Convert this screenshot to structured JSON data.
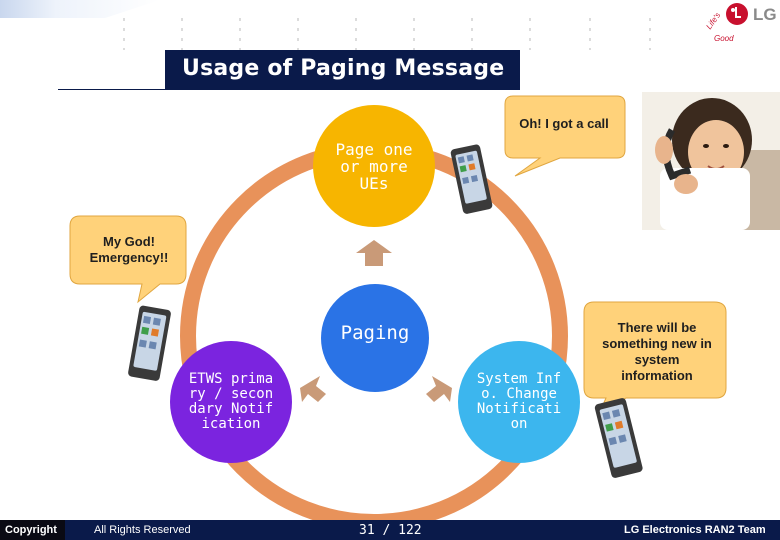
{
  "slide": {
    "title": "Usage of Paging Message"
  },
  "logo": {
    "brand": "LG",
    "tagline": "Life's Good"
  },
  "diagram": {
    "top_node": "Page one or more UEs",
    "center_node": "Paging",
    "left_node": "ETWS primary / secondary Notification",
    "right_node": "System Info. Change Notification"
  },
  "bubbles": {
    "call": "Oh! I got a call",
    "emergency": "My God! Emergency!!",
    "system": "There will be something new in system information"
  },
  "footer": {
    "copyright": "Copyright",
    "rights": "All Rights Reserved",
    "page": "31 / 122",
    "team": "LG Electronics RAN2 Team"
  },
  "colors": {
    "navy": "#0a1a4a",
    "orange_ring": "#e8925a",
    "top_node": "#f7b500",
    "center_node": "#2a73e6",
    "left_node": "#7b24df",
    "right_node": "#3cb6ee",
    "bubble": "#ffd27a",
    "lg_red": "#c8102e"
  }
}
